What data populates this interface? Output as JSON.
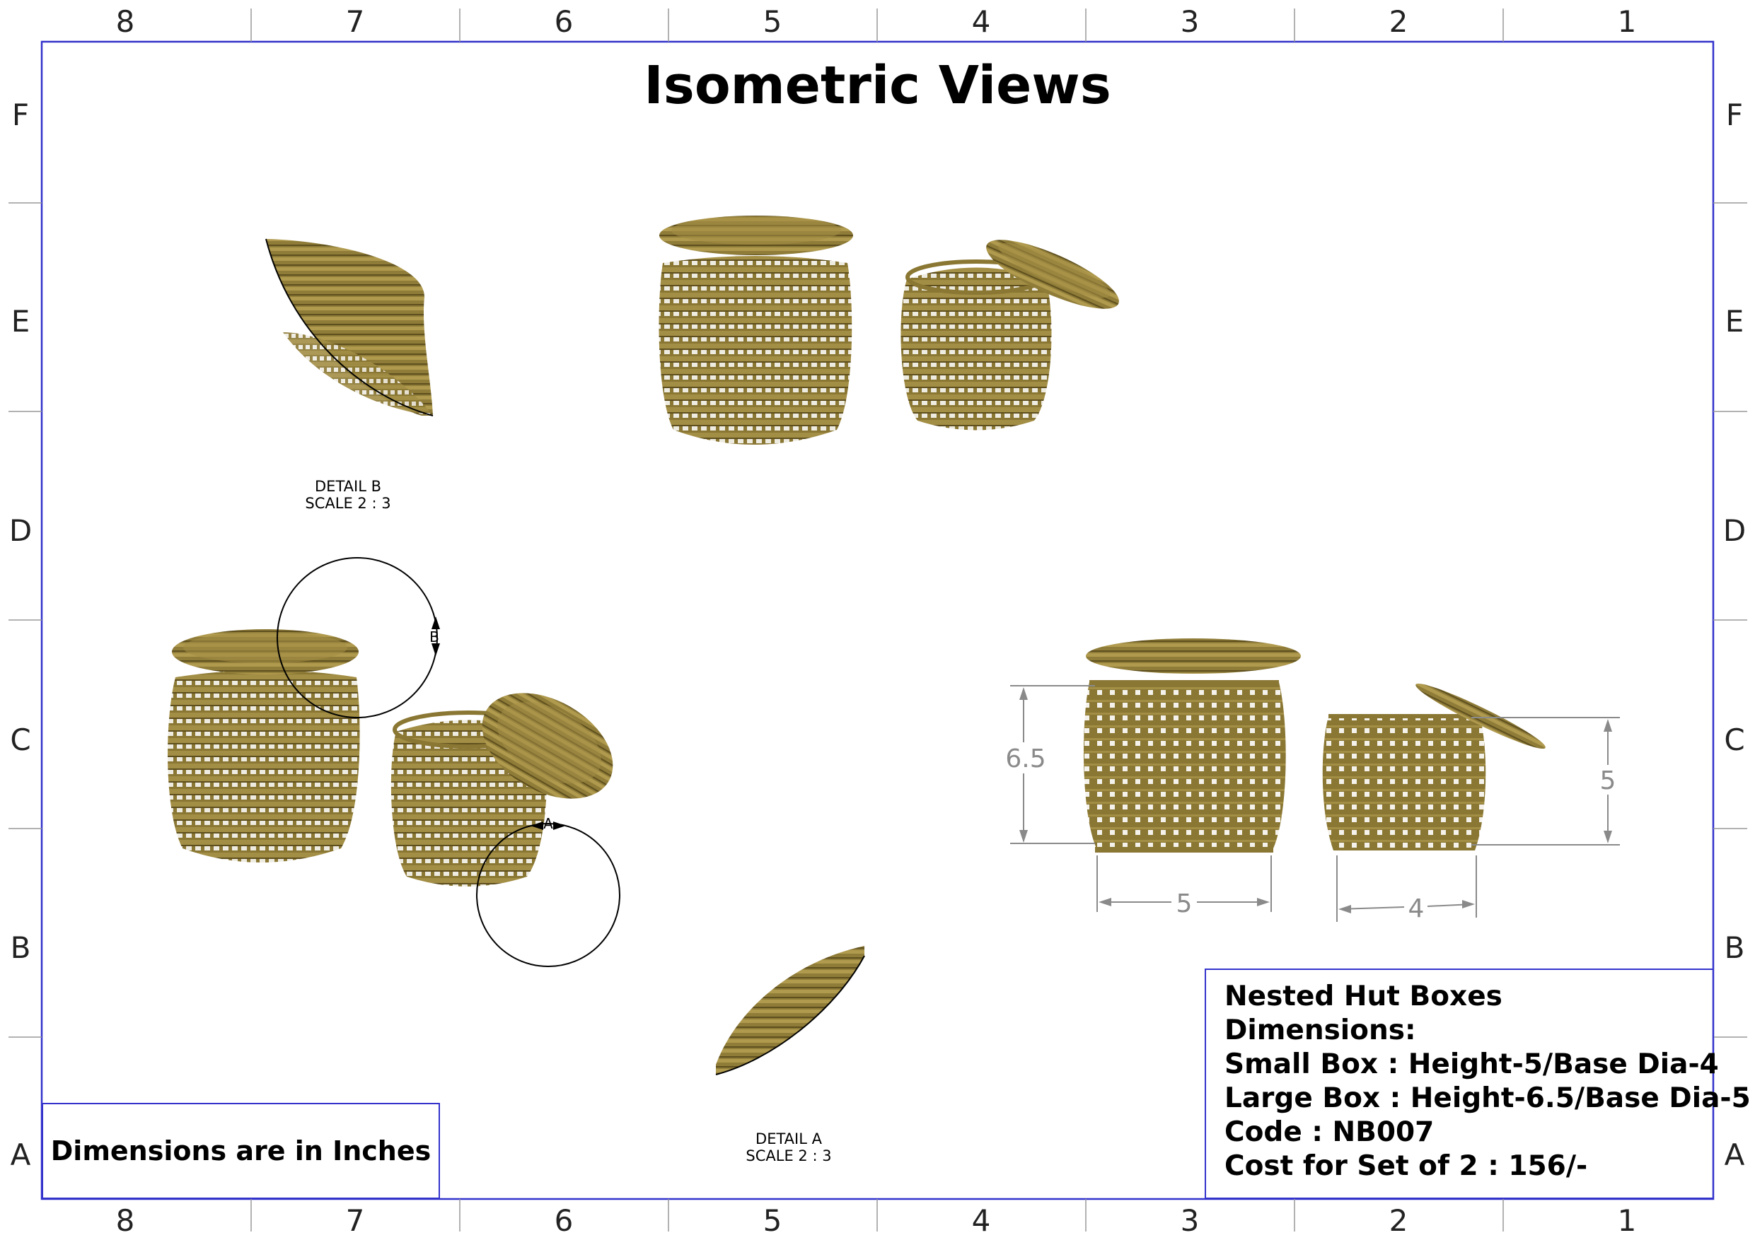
{
  "title": "Isometric Views",
  "border": {
    "columns": [
      "8",
      "7",
      "6",
      "5",
      "4",
      "3",
      "2",
      "1"
    ],
    "rows": [
      "F",
      "E",
      "D",
      "C",
      "B",
      "A"
    ],
    "frame_color": "#3333cc"
  },
  "details": [
    {
      "name": "DETAIL B",
      "scale": "SCALE 2 : 3"
    },
    {
      "name": "DETAIL A",
      "scale": "SCALE 2 : 3"
    }
  ],
  "detail_markers": {
    "b": "B",
    "a": "A"
  },
  "dimensions": {
    "large_height": "6.5",
    "large_base": "5",
    "small_height": "5",
    "small_base": "4"
  },
  "units_note": "Dimensions are in Inches",
  "info": {
    "product": "Nested Hut Boxes",
    "dimensions_heading": "Dimensions:",
    "small_box": "Small Box : Height-5/Base Dia-4",
    "large_box": "Large Box : Height-6.5/Base Dia-5",
    "code": "Code : NB007",
    "cost": "Cost for Set of 2 : 156/-"
  },
  "colors": {
    "basket": "#8a7733",
    "basket_dark": "#5e4f1e",
    "basket_light": "#b09a4e",
    "dimension": "#8a8a8a"
  }
}
